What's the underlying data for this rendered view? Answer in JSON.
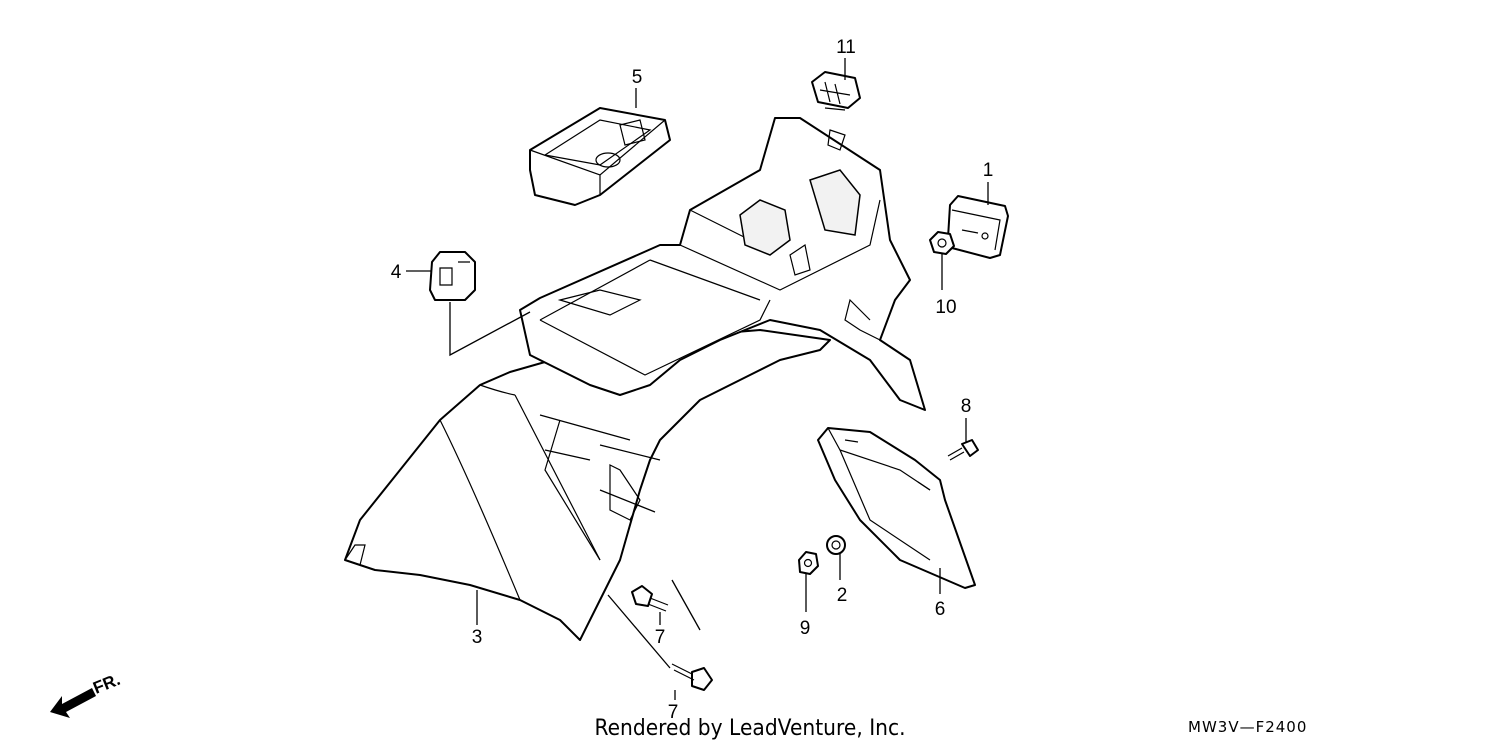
{
  "diagram": {
    "callouts": [
      "1",
      "2",
      "3",
      "4",
      "5",
      "6",
      "7",
      "7",
      "8",
      "9",
      "10",
      "11"
    ],
    "direction_label": "FR.",
    "credit": "Rendered by LeadVenture, Inc.",
    "drawing_code": "MW3V—F2400"
  }
}
